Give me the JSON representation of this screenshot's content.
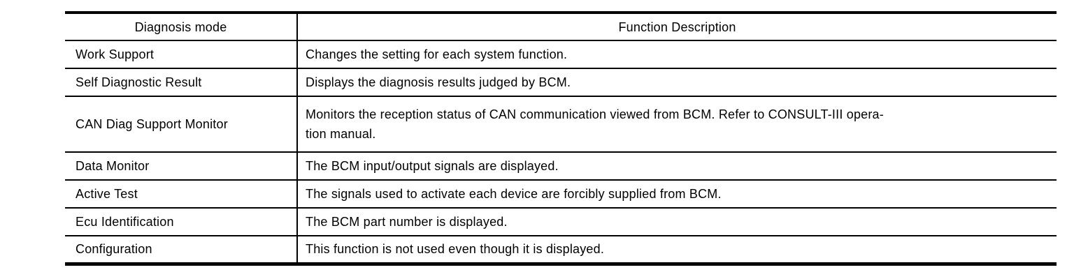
{
  "document": {
    "background_color": "#ffffff",
    "table": {
      "style": {
        "border_color": "#000000",
        "text_color": "#000000",
        "background_color": "#ffffff"
      },
      "headers": {
        "mode": "Diagnosis mode",
        "description": "Function Description"
      },
      "rows": [
        {
          "mode": "Work Support",
          "description": "Changes the setting for each system function."
        },
        {
          "mode": "Self Diagnostic Result",
          "description": "Displays the diagnosis results judged by BCM."
        },
        {
          "mode": "CAN Diag Support Monitor",
          "description": "Monitors the reception status of CAN communication viewed from BCM. Refer to CONSULT-III opera-\ntion manual."
        },
        {
          "mode": "Data Monitor",
          "description": "The BCM input/output signals are displayed."
        },
        {
          "mode": "Active Test",
          "description": "The signals used to activate each device are forcibly supplied from BCM."
        },
        {
          "mode": "Ecu Identification",
          "description": "The BCM part number is displayed."
        },
        {
          "mode": "Configuration",
          "description": "This function is not used even though it is displayed."
        }
      ]
    }
  }
}
